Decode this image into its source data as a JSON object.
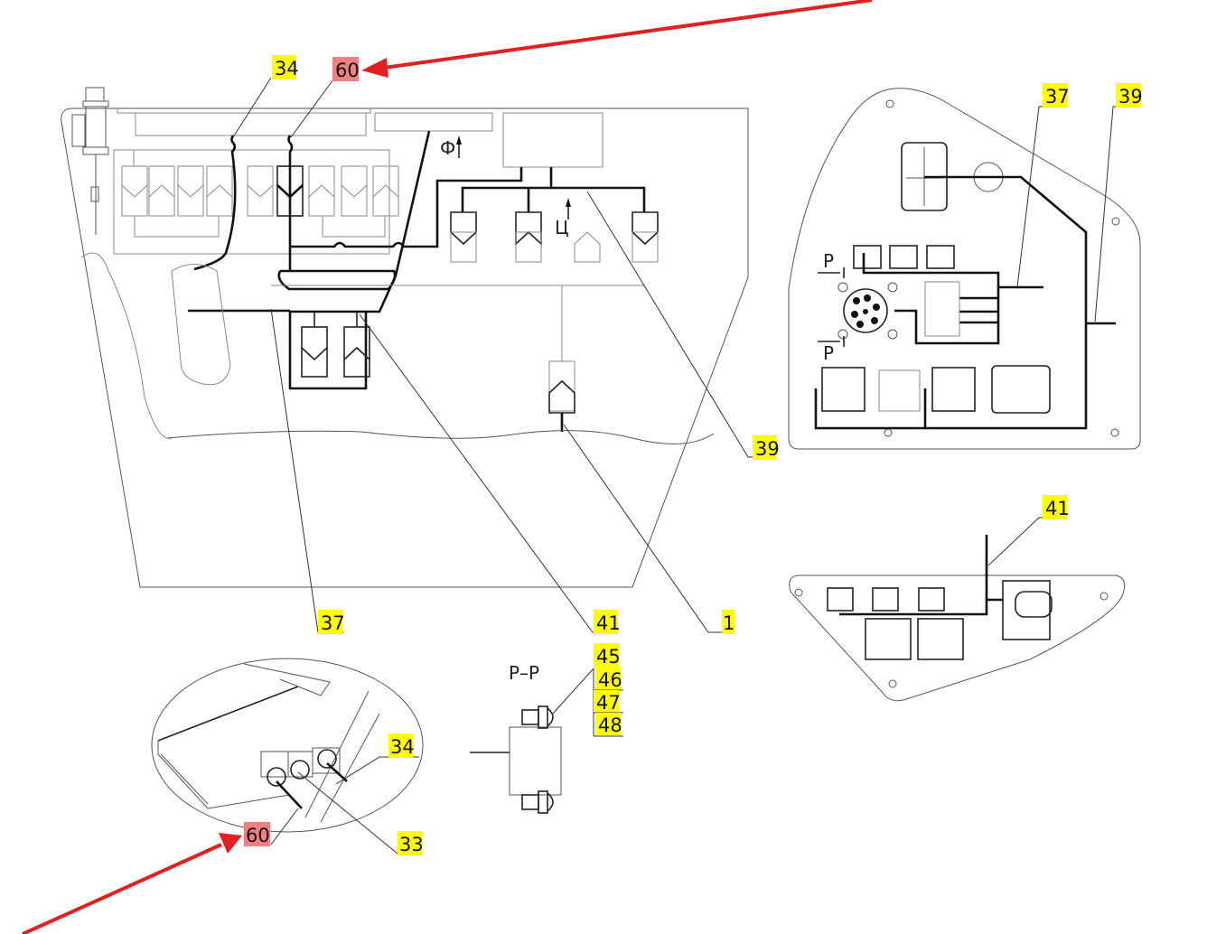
{
  "diagram": {
    "type": "wiring-harness-assembly-drawing",
    "colors": {
      "callout_highlight": "#ffff00",
      "callout_selected": "#f08080",
      "pointer_arrow": "#e32020",
      "line": "#111111"
    },
    "callouts": [
      {
        "id": "c34-top",
        "label": "34",
        "style": "yellow"
      },
      {
        "id": "c60-top",
        "label": "60",
        "style": "red"
      },
      {
        "id": "c37-right",
        "label": "37",
        "style": "yellow"
      },
      {
        "id": "c39-right",
        "label": "39",
        "style": "yellow"
      },
      {
        "id": "c39-mid",
        "label": "39",
        "style": "yellow"
      },
      {
        "id": "c41-right",
        "label": "41",
        "style": "yellow"
      },
      {
        "id": "c37-bottom",
        "label": "37",
        "style": "yellow"
      },
      {
        "id": "c41-bottom",
        "label": "41",
        "style": "yellow"
      },
      {
        "id": "c1-bottom",
        "label": "1",
        "style": "yellow"
      },
      {
        "id": "c45",
        "label": "45",
        "style": "yellow"
      },
      {
        "id": "c46",
        "label": "46",
        "style": "yellow"
      },
      {
        "id": "c47",
        "label": "47",
        "style": "yellow"
      },
      {
        "id": "c48",
        "label": "48",
        "style": "yellow"
      },
      {
        "id": "c34-detail",
        "label": "34",
        "style": "yellow"
      },
      {
        "id": "c33-detail",
        "label": "33",
        "style": "yellow"
      },
      {
        "id": "c60-detail",
        "label": "60",
        "style": "red"
      }
    ],
    "direction_marks": {
      "phi": "Ф",
      "tse": "Ц"
    },
    "section_marks": {
      "section_letter_top": "Р",
      "section_letter_bottom": "Р",
      "section_view_title": "Р–Р"
    }
  }
}
